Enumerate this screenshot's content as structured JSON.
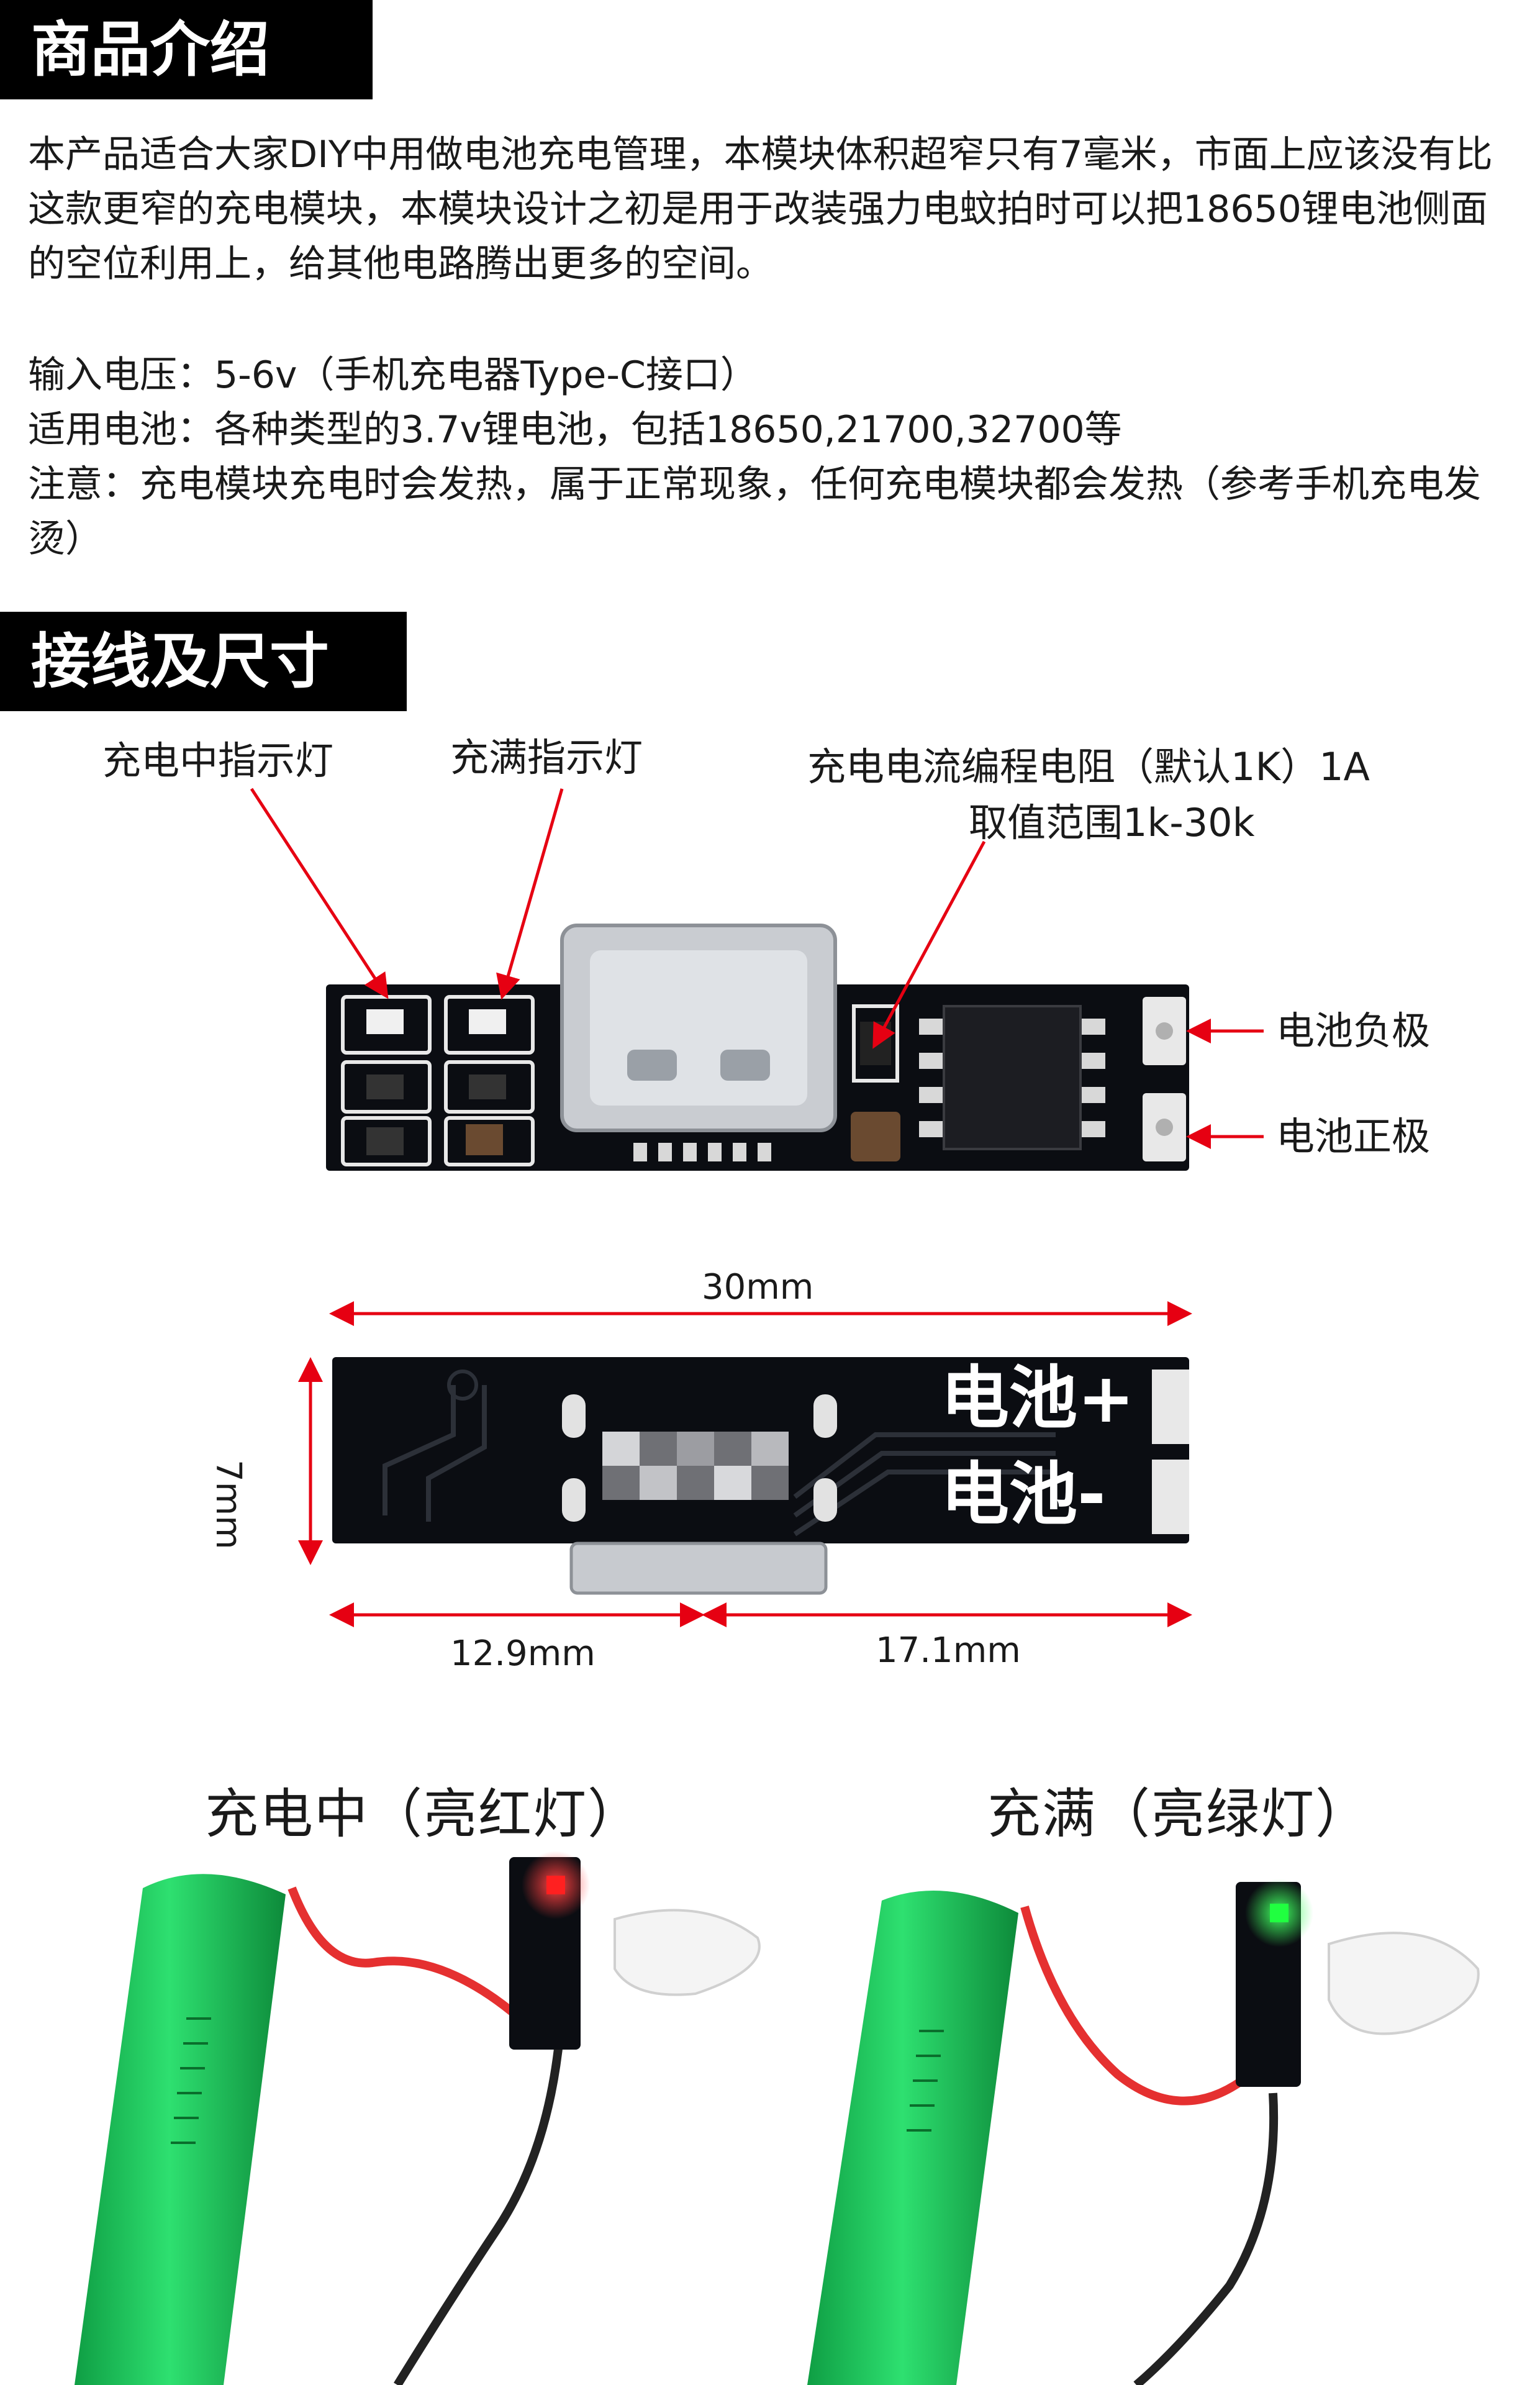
{
  "section1": {
    "title": "商品介绍",
    "intro": "本产品适合大家DIY中用做电池充电管理，本模块体积超窄只有7毫米，市面上应该没有比这款更窄的充电模块，本模块设计之初是用于改装强力电蚊拍时可以把18650锂电池侧面的空位利用上，给其他电路腾出更多的空间。",
    "specs": [
      "输入电压：5-6v（手机充电器Type-C接口）",
      "适用电池：各种类型的3.7v锂电池，包括18650,21700,32700等",
      "注意：充电模块充电时会发热，属于正常现象，任何充电模块都会发热（参考手机充电发烫）"
    ]
  },
  "section2": {
    "title": "接线及尺寸",
    "labels": {
      "charging_led": "充电中指示灯",
      "full_led": "充满指示灯",
      "resistor_line1": "充电电流编程电阻（默认1K）1A",
      "resistor_line2": "取值范围1k-30k",
      "battery_negative": "电池负极",
      "battery_positive": "电池正极"
    },
    "board_silkscreen": {
      "plus": "电池+",
      "minus": "电池-"
    },
    "dimensions": {
      "length": "30mm",
      "width": "7mm",
      "left_segment": "12.9mm",
      "right_segment": "17.1mm"
    }
  },
  "photos": {
    "left_caption": "充电中（亮红灯）",
    "right_caption": "充满（亮绿灯）"
  },
  "colors": {
    "header_bg": "#000000",
    "header_text": "#ffffff",
    "arrow": "#e60012",
    "pcb": "#0b0d12",
    "battery": "#1fd05c",
    "led_red": "#ff2020",
    "led_green": "#20ff40"
  }
}
